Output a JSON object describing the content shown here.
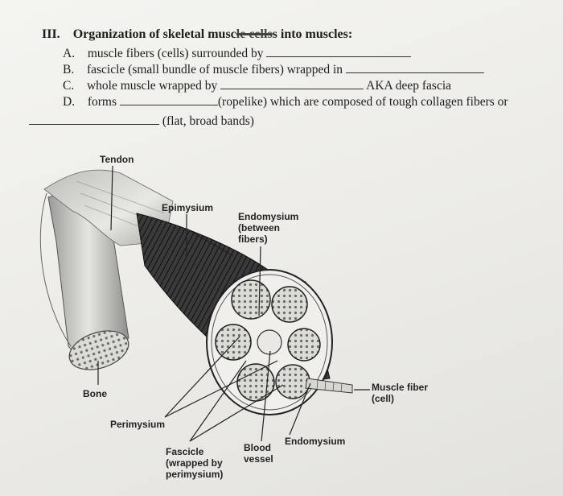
{
  "worksheet": {
    "section_number": "III.",
    "heading_before": "Organization of skeletal musc",
    "heading_scribble": "le cells",
    "heading_after": "s into muscles:",
    "items": [
      {
        "letter": "A.",
        "text": "muscle fibers (cells) surrounded by",
        "tail": ""
      },
      {
        "letter": "B.",
        "text": "fascicle (small bundle of muscle fibers) wrapped in",
        "tail": ""
      },
      {
        "letter": "C.",
        "text": "whole muscle wrapped by",
        "tail": "AKA deep fascia"
      },
      {
        "letter": "D.",
        "text": "forms",
        "tail": "(ropelike) which are composed of tough collagen fibers or"
      }
    ],
    "continuation": "(flat, broad bands)"
  },
  "diagram": {
    "labels": {
      "tendon": "Tendon",
      "epimysium": "Epimysium",
      "endomysium_top_1": "Endomysium",
      "endomysium_top_2": "(between",
      "endomysium_top_3": "fibers)",
      "bone": "Bone",
      "perimysium": "Perimysium",
      "fascicle_1": "Fascicle",
      "fascicle_2": "(wrapped by",
      "fascicle_3": "perimysium)",
      "blood_vessel_1": "Blood",
      "blood_vessel_2": "vessel",
      "endomysium_bottom": "Endomysium",
      "muscle_fiber_1": "Muscle fiber",
      "muscle_fiber_2": "(cell)"
    }
  },
  "colors": {
    "paper": "#eeede9",
    "ink": "#1d1d1d",
    "muscle_dark": "#2a2a2a"
  }
}
